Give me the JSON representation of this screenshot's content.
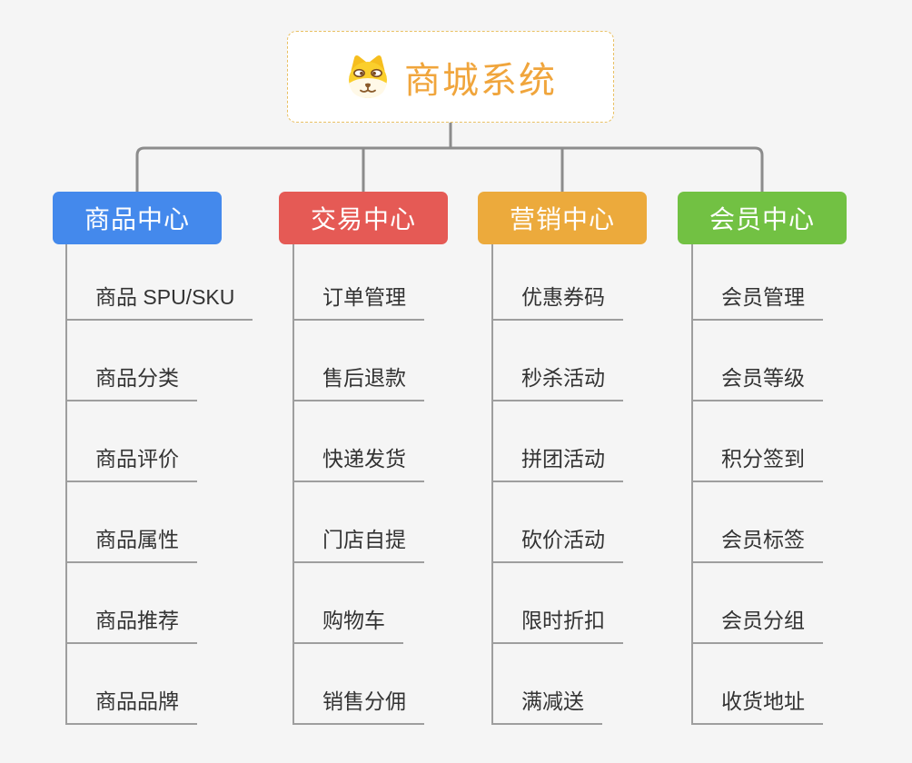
{
  "root": {
    "title": "商城系统",
    "icon": "dog-face-icon"
  },
  "branches": [
    {
      "label": "商品中心",
      "color": "#4489EC",
      "children": [
        "商品 SPU/SKU",
        "商品分类",
        "商品评价",
        "商品属性",
        "商品推荐",
        "商品品牌"
      ]
    },
    {
      "label": "交易中心",
      "color": "#E55A55",
      "children": [
        "订单管理",
        "售后退款",
        "快递发货",
        "门店自提",
        "购物车",
        "销售分佣"
      ]
    },
    {
      "label": "营销中心",
      "color": "#ECAA3C",
      "children": [
        "优惠券码",
        "秒杀活动",
        "拼团活动",
        "砍价活动",
        "限时折扣",
        "满减送"
      ]
    },
    {
      "label": "会员中心",
      "color": "#72C143",
      "children": [
        "会员管理",
        "会员等级",
        "积分签到",
        "会员标签",
        "会员分组",
        "收货地址"
      ]
    }
  ],
  "palette": {
    "background": "#F5F5F5",
    "connector_line": "#8C8C8C",
    "leaf_line": "#9E9E9E",
    "leaf_text": "#333333",
    "root_text": "#F0A53C",
    "root_border": "#E9C063",
    "root_background": "#FFFFFF"
  }
}
